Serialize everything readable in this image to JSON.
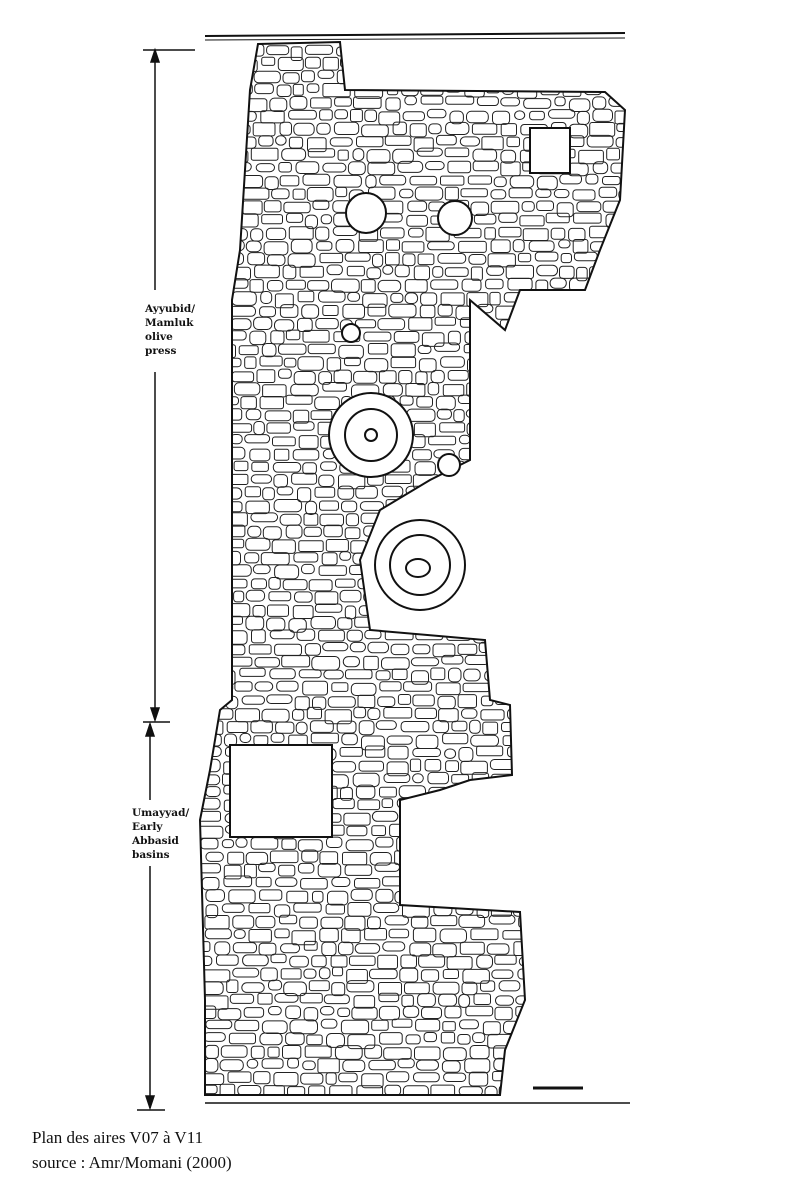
{
  "plan": {
    "periods": [
      {
        "label_lines": [
          "Ayyubid/",
          "Mamluk",
          "olive",
          "press"
        ]
      },
      {
        "label_lines": [
          "Umayyad/",
          "Early",
          "Abbasid",
          "basins"
        ]
      }
    ]
  },
  "caption": {
    "line1": "Plan des aires V07 à V11",
    "line2": "source : Amr/Momani (2000)"
  }
}
